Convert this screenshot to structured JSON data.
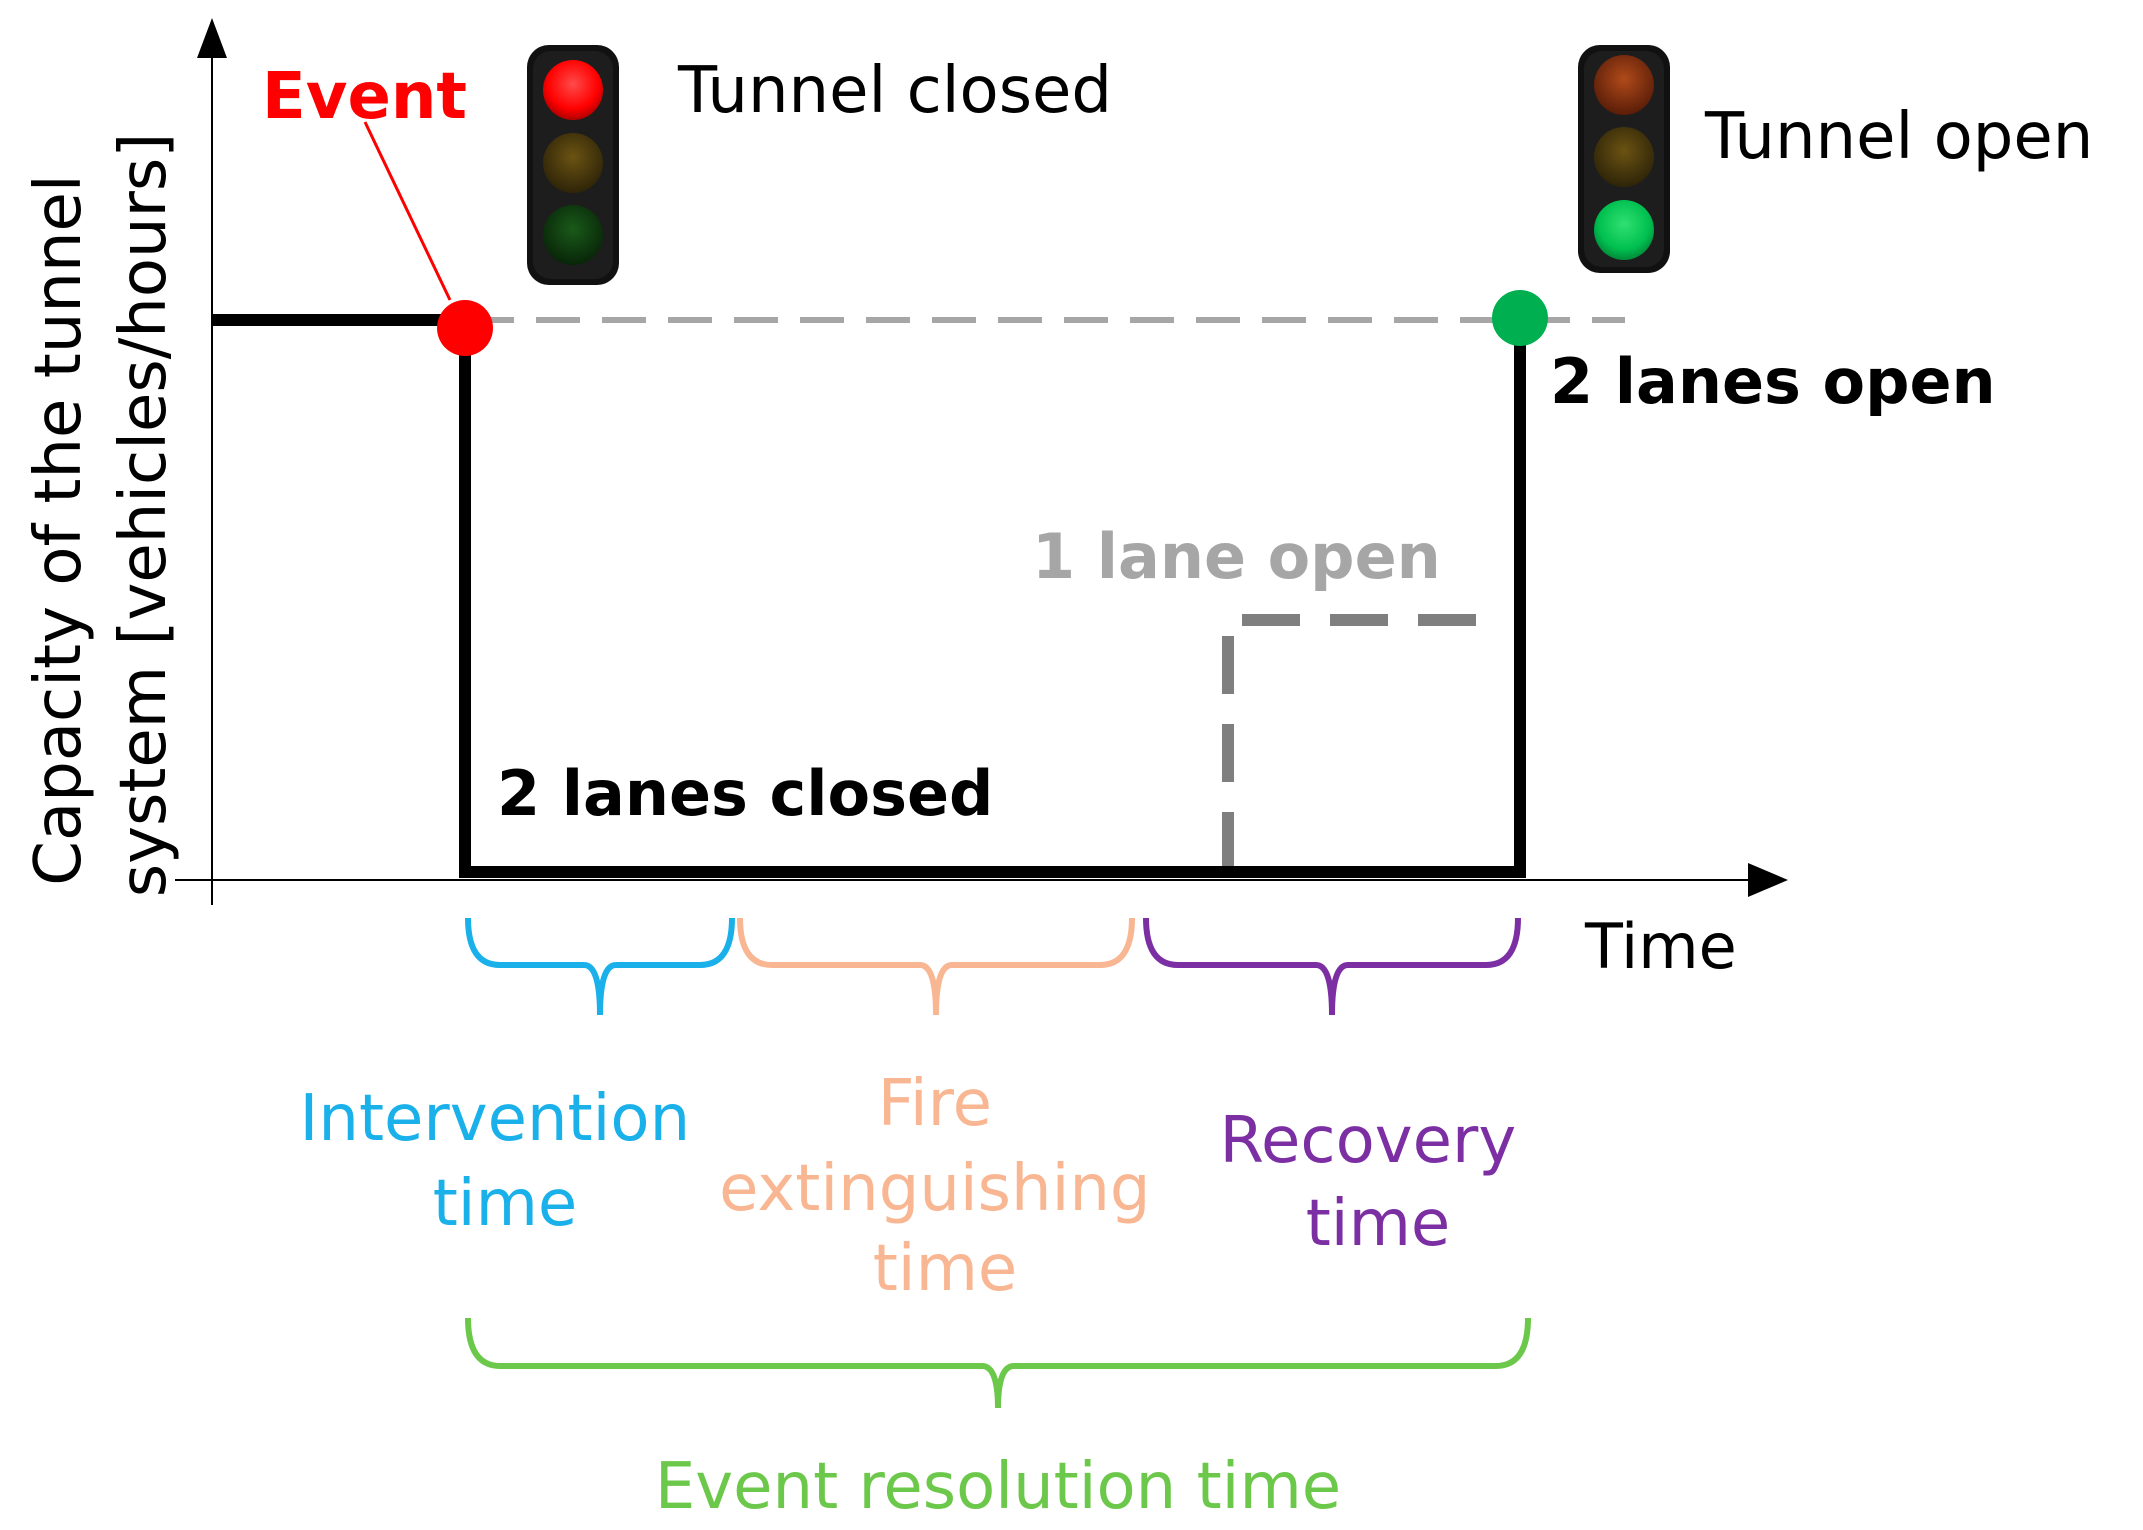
{
  "axes": {
    "y_label_line1": "Capacity of the tunnel",
    "y_label_line2": "system [vehicles/hours]",
    "x_label": "Time"
  },
  "event": {
    "label": "Event"
  },
  "lights": {
    "closed": {
      "label": "Tunnel closed",
      "active": "red"
    },
    "open": {
      "label": "Tunnel open",
      "active": "green"
    }
  },
  "states": {
    "two_lanes_closed": "2 lanes closed",
    "one_lane_open": "1 lane open",
    "two_lanes_open": "2 lanes open"
  },
  "phases": [
    {
      "lines": [
        "Intervention",
        "time"
      ],
      "color": "#1ab0ea"
    },
    {
      "lines": [
        "Fire",
        "extinguishing",
        "time"
      ],
      "color": "#f8b792"
    },
    {
      "lines": [
        "Recovery",
        "time"
      ],
      "color": "#7c2fa3"
    }
  ],
  "total": {
    "label": "Event resolution time",
    "color": "#6cc84a"
  },
  "colors": {
    "event_red": "#ff0000",
    "open_green": "#00b050",
    "capacity_line": "#000000",
    "dashed_reference": "#a6a6a6",
    "partial_open": "#7f7f7f"
  }
}
